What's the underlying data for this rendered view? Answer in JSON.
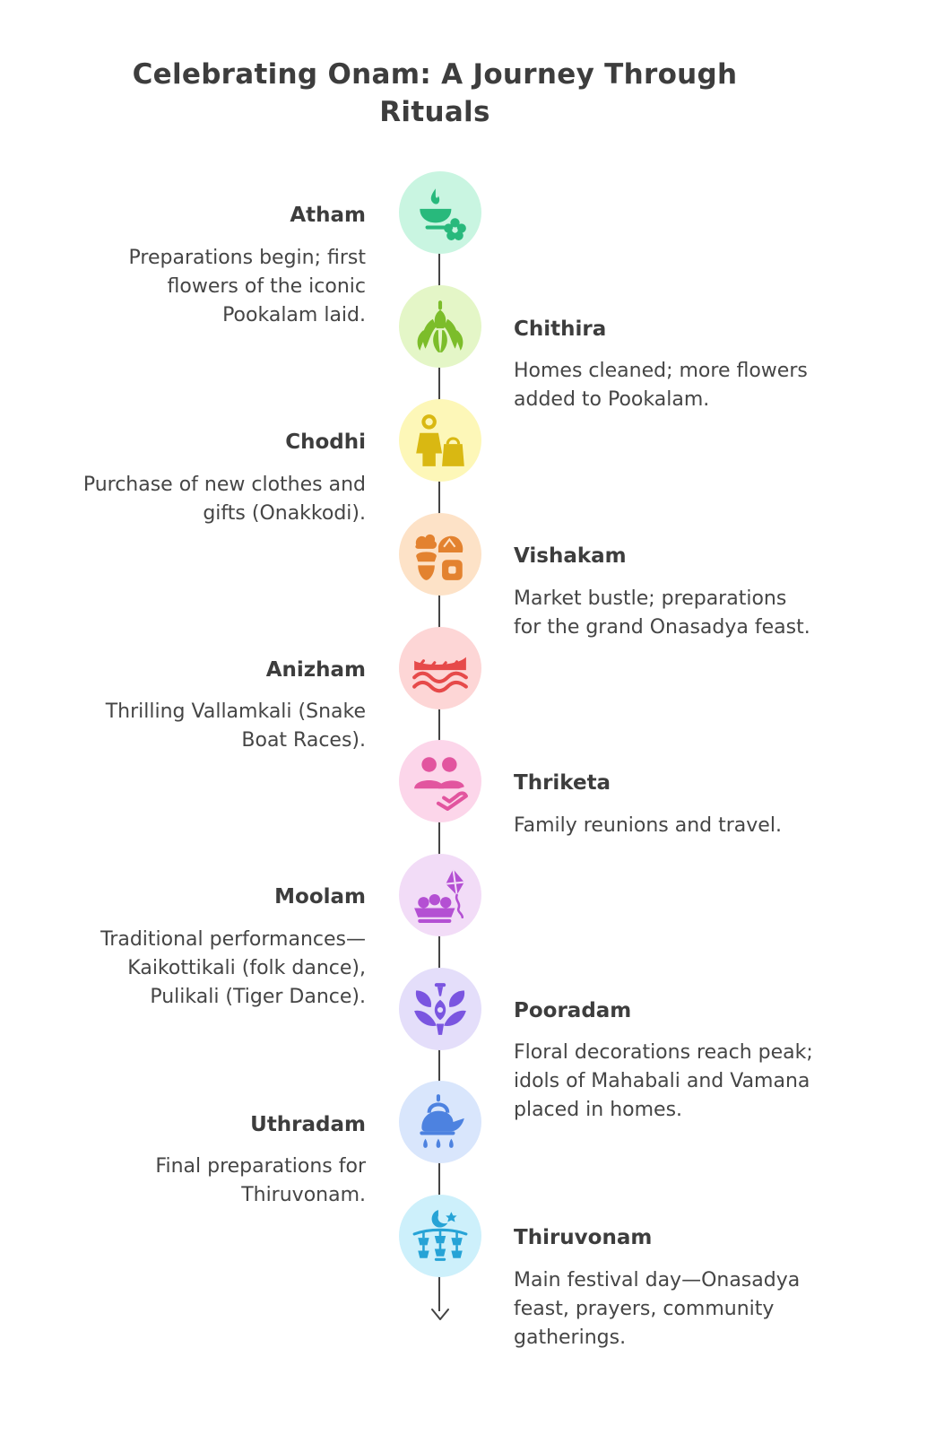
{
  "title_line1": "Celebrating Onam: A Journey Through",
  "title_line2": "Rituals",
  "steps": [
    {
      "name": "Atham",
      "desc": [
        "Preparations begin; first",
        "flowers of the iconic",
        "Pookalam laid."
      ],
      "icon": "lamp-flower-icon",
      "bg": "#c9f5e1",
      "fg": "#28b97c"
    },
    {
      "name": "Chithira",
      "desc": [
        "Homes cleaned; more flowers",
        "added to Pookalam."
      ],
      "icon": "flower-arrangement-icon",
      "bg": "#e4f6c7",
      "fg": "#7cbd2a"
    },
    {
      "name": "Chodhi",
      "desc": [
        "Purchase of new clothes and",
        "gifts (Onakkodi)."
      ],
      "icon": "shopper-bag-icon",
      "bg": "#fdf7b8",
      "fg": "#d9b812"
    },
    {
      "name": "Vishakam",
      "desc": [
        "Market bustle; preparations",
        "for the grand Onasadya feast."
      ],
      "icon": "market-goods-icon",
      "bg": "#fde2c7",
      "fg": "#e3822f"
    },
    {
      "name": "Anizham",
      "desc": [
        "Thrilling Vallamkali (Snake",
        "Boat Races)."
      ],
      "icon": "snake-boat-icon",
      "bg": "#fdd6d6",
      "fg": "#e64a4a"
    },
    {
      "name": "Thriketa",
      "desc": [
        "Family reunions and travel."
      ],
      "icon": "family-reunion-icon",
      "bg": "#fcd6ea",
      "fg": "#e2559f"
    },
    {
      "name": "Moolam",
      "desc": [
        "Traditional performances—",
        "Kaikottikali (folk dance),",
        "Pulikali (Tiger Dance)."
      ],
      "icon": "kite-basket-icon",
      "bg": "#f2dcf7",
      "fg": "#b450d3"
    },
    {
      "name": "Pooradam",
      "desc": [
        "Floral decorations reach peak;",
        "idols of Mahabali and Vamana",
        "placed in homes."
      ],
      "icon": "floral-decoration-icon",
      "bg": "#e4defa",
      "fg": "#7a55e0"
    },
    {
      "name": "Uthradam",
      "desc": [
        "Final preparations for",
        "Thiruvonam."
      ],
      "icon": "kettle-drops-icon",
      "bg": "#d9e6fc",
      "fg": "#4d82e0"
    },
    {
      "name": "Thiruvonam",
      "desc": [
        "Main festival day—Onasadya",
        "feast, prayers, community",
        "gatherings."
      ],
      "icon": "moon-lanterns-icon",
      "bg": "#cdf0fb",
      "fg": "#26a3d6"
    }
  ]
}
